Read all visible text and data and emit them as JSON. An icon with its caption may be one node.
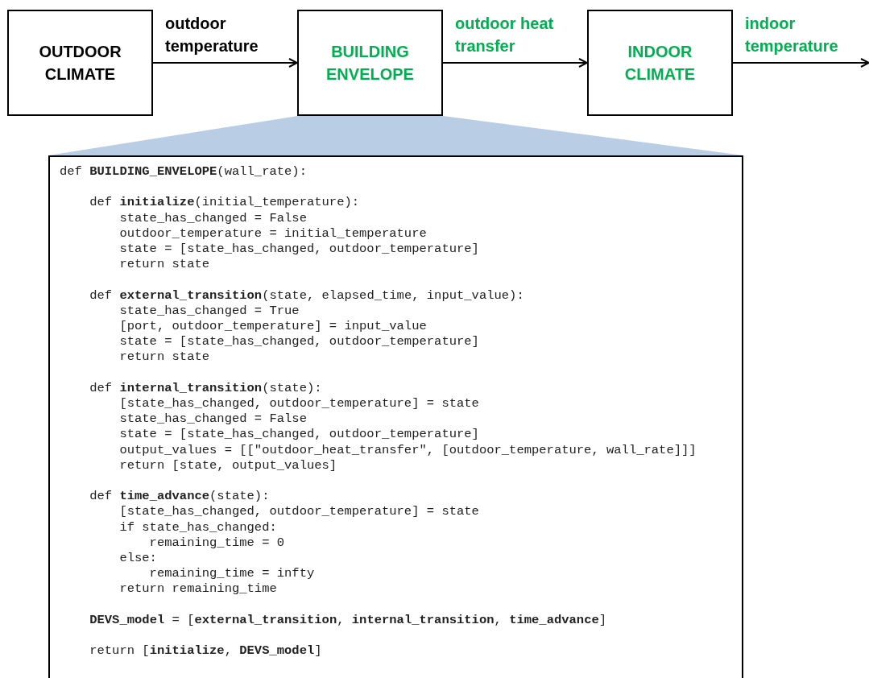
{
  "diagram": {
    "nodes": [
      {
        "text": [
          "OUTDOOR CLIMATE"
        ]
      },
      {
        "text": [
          "BUILDING ENVELOPE"
        ]
      },
      {
        "text": [
          "INDOOR CLIMATE"
        ]
      },
      {
        "text": [],
        "shape": "trapezoid"
      },
      {
        "text": [
          "def **BUILDING_ENVELOPE**(wall_rate):",
          "    def **initialize**(initial_temperature):",
          "        state_has_changed = False",
          "        outdoor_temperature = initial_temperature",
          "        state = [state_has_changed, outdoor_temperature]",
          "        return state",
          "    def **external_transition**(state, elapsed_time, input_value):",
          "        state_has_changed = True",
          "        [port, outdoor_temperature] = input_value",
          "        state = [state_has_changed, outdoor_temperature]",
          "        return state",
          "    def **internal_transition**(state):",
          "        [state_has_changed, outdoor_temperature] = state",
          "        state_has_changed = False",
          "        state = [state_has_changed, outdoor_temperature]",
          "        output_values = [[\"outdoor_heat_transfer\", [outdoor_temperature, wall_rate]]]",
          "        return [state, output_values]",
          "    def **time_advance**(state):",
          "        [state_has_changed, outdoor_temperature] = state",
          "        if state_has_changed:",
          "            remaining_time = 0",
          "        else:",
          "            remaining_time = infty",
          "        return remaining_time",
          "    **DEVS_model** = [**external_transition**, **internal_transition**, **time_advance**]",
          "    return [**initialize**, **DEVS_model**]"
        ]
      }
    ],
    "edges": [
      {
        "from": 0,
        "to": 1,
        "arrow": "to",
        "label": "outdoor temperature"
      },
      {
        "from": 1,
        "to": 2,
        "arrow": "to",
        "label": "outdoor heat transfer"
      },
      {
        "from": 2,
        "to": null,
        "arrow": "to",
        "label": "indoor temperature"
      }
    ]
  }
}
